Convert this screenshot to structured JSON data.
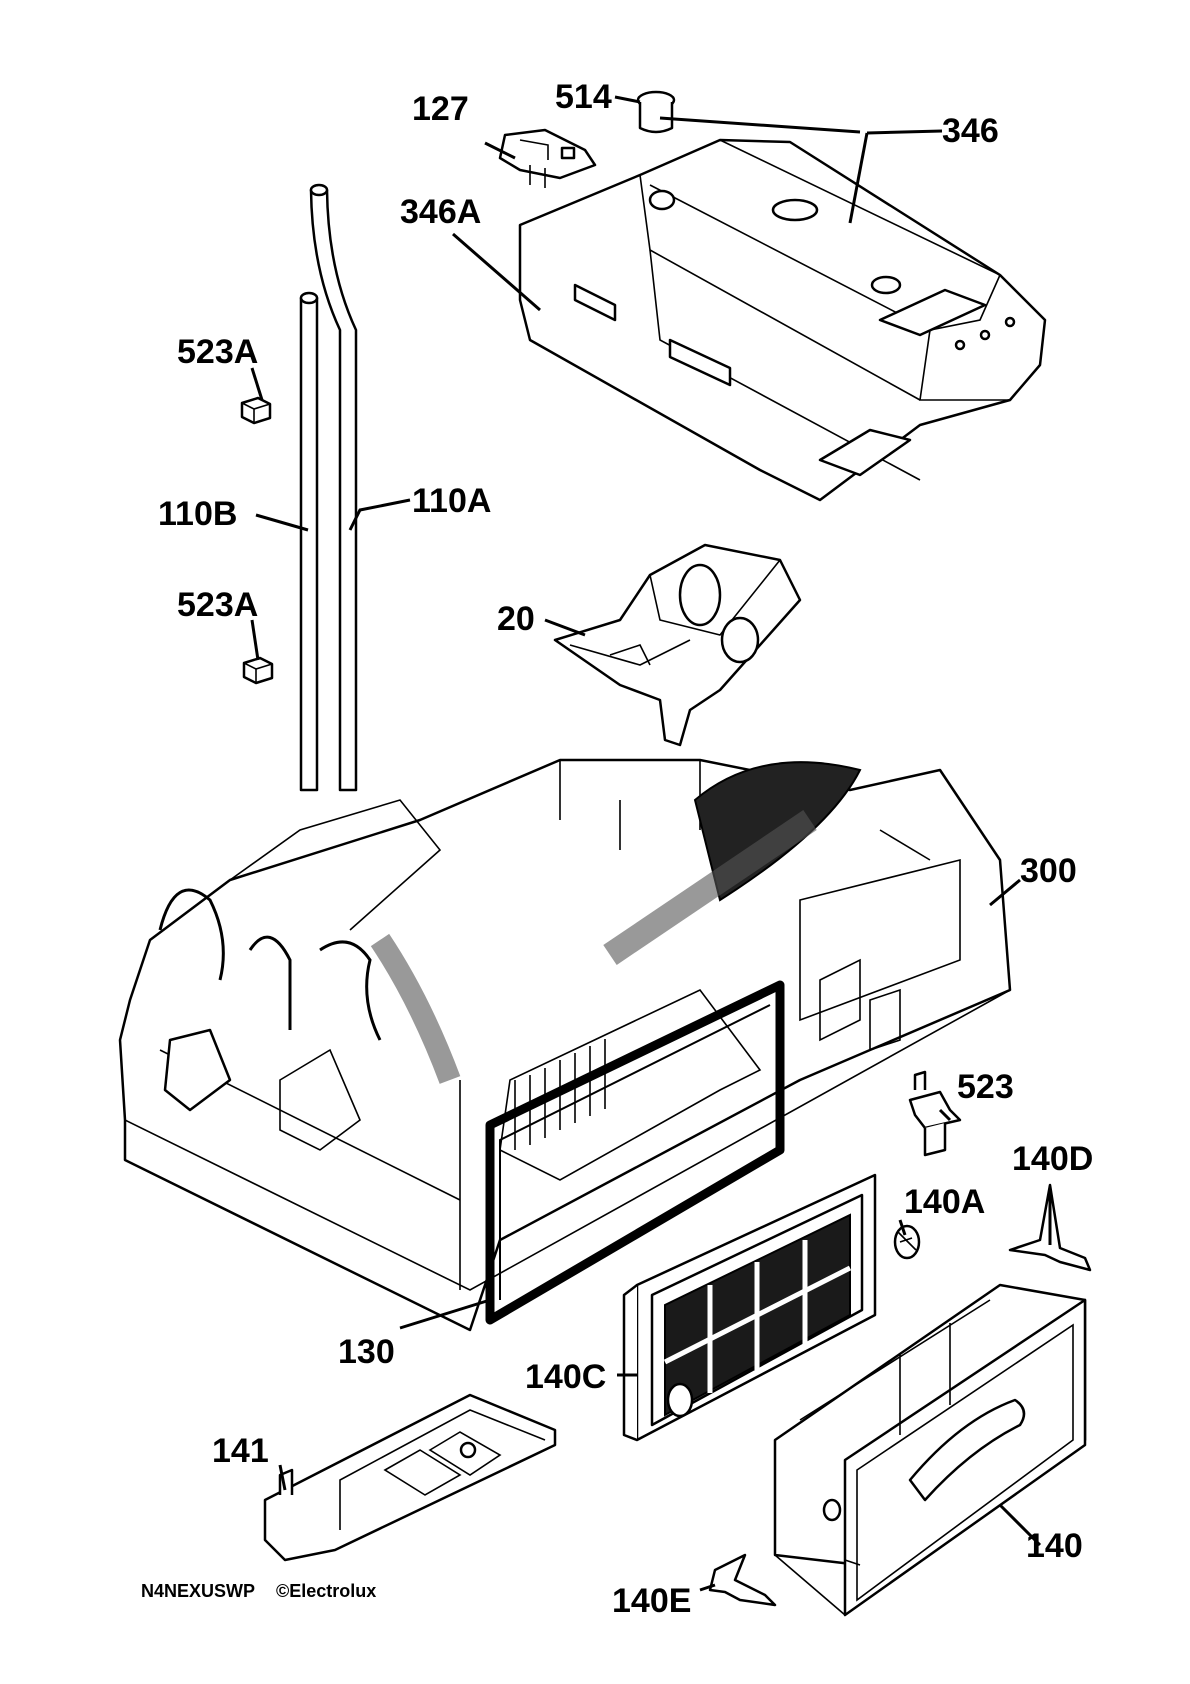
{
  "labels": {
    "l514": "514",
    "l127": "127",
    "l346": "346",
    "l346a": "346A",
    "l523a_top": "523A",
    "l110b": "110B",
    "l110a": "110A",
    "l523a_bottom": "523A",
    "l20": "20",
    "l300": "300",
    "l523": "523",
    "l140d": "140D",
    "l140a": "140A",
    "l130": "130",
    "l140c": "140C",
    "l141": "141",
    "l140": "140",
    "l140e": "140E"
  },
  "footer": {
    "model": "N4NEXUSWP",
    "brand": "©Electrolux"
  }
}
